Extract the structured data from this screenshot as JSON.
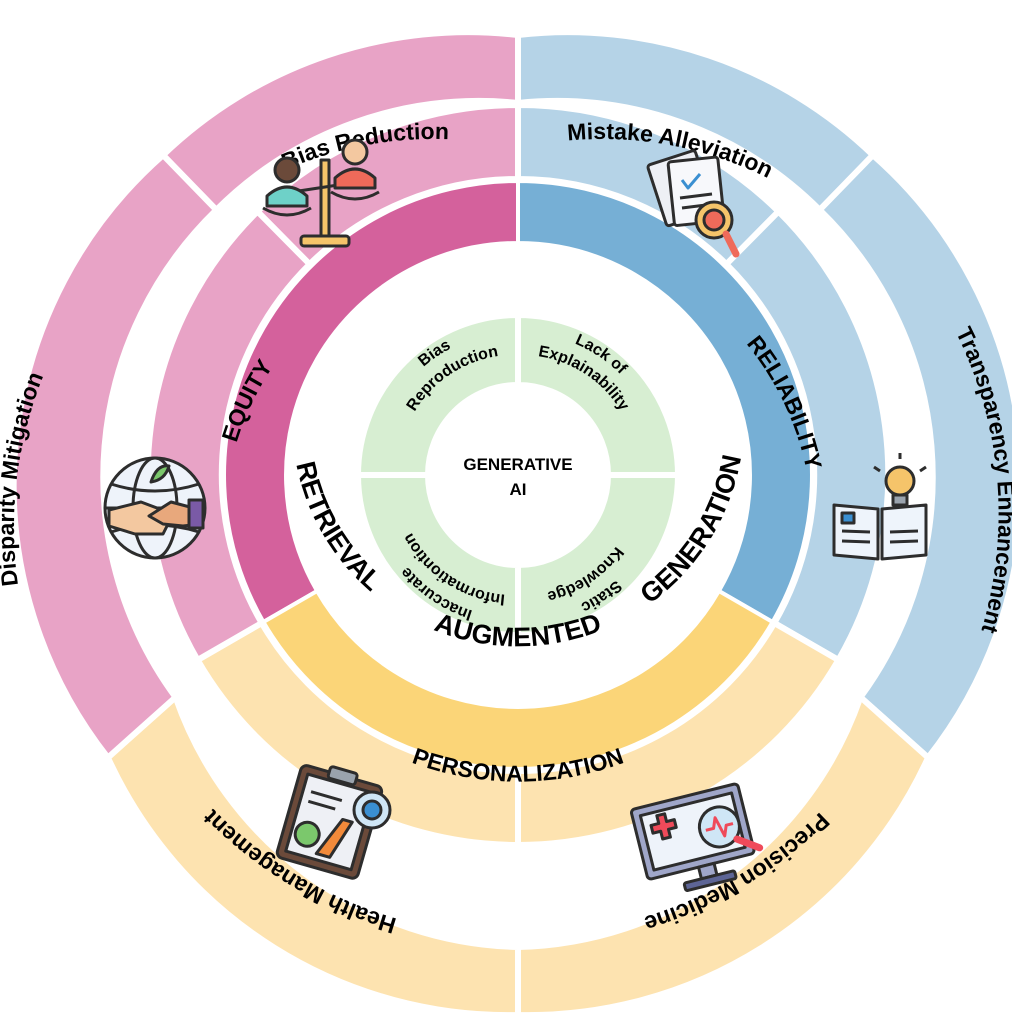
{
  "center": {
    "line1": "GENERATIVE",
    "line2": "AI"
  },
  "inner_challenges": [
    {
      "line1": "Bias",
      "line2": "Reproduction"
    },
    {
      "line1": "Lack of",
      "line2": "Explainability"
    },
    {
      "line1": "Static",
      "line2": "Knowledge"
    },
    {
      "line1": "Inaccurate",
      "line2": "Informationtion"
    }
  ],
  "rag_label": [
    "RETRIEVAL",
    "AUGMENTED",
    "GENERATION"
  ],
  "pillars": {
    "equity": "EQUITY",
    "reliability": "RELIABILITY",
    "personalization": "PERSONALIZATION"
  },
  "outer_goals": {
    "bias_reduction": "Bias Reduction",
    "mistake_alleviation": "Mistake Alleviation",
    "transparency_enhancement": "Transparency Enhancement",
    "precision_medicine": "Precision Medicine",
    "health_management": "Health Management",
    "disparity_mitigation": "Disparity Mitigation"
  },
  "icons": [
    "balance-scale-people-icon",
    "document-audit-icon",
    "book-lightbulb-icon",
    "medical-monitor-icon",
    "nutrition-clipboard-icon",
    "globe-handshake-icon"
  ],
  "colors": {
    "equity_band": "#d4619c",
    "equity_outer": "#e8a3c6",
    "reliability_band": "#76afd5",
    "reliability_outer": "#b5d3e7",
    "personalization_band": "#fbd578",
    "personalization_outer": "#fde3b0",
    "inner_ring": "#d7eed2"
  }
}
